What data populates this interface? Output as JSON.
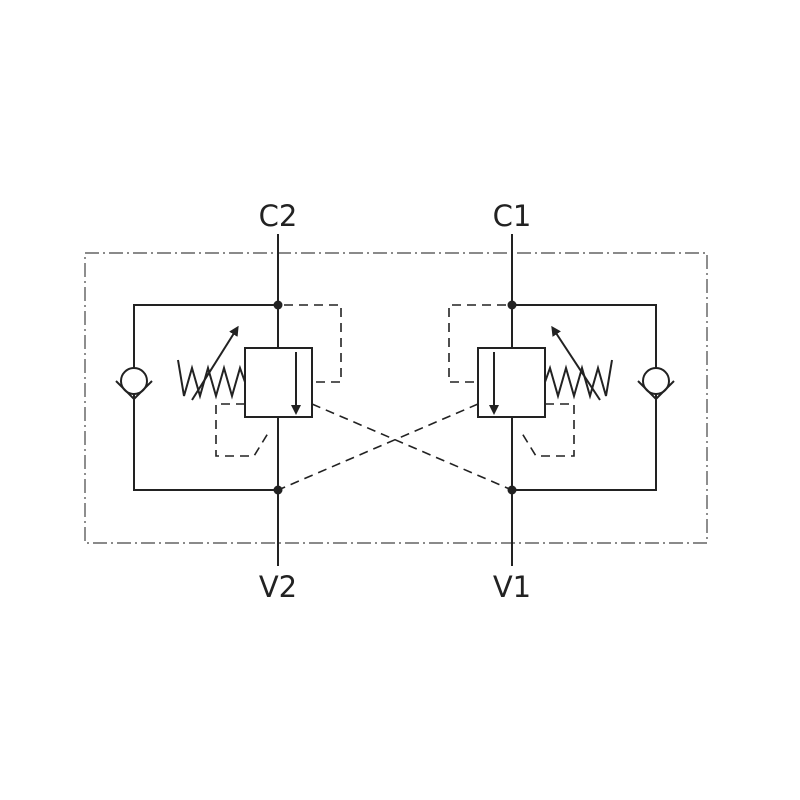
{
  "ports": {
    "c2": "C2",
    "c1": "C1",
    "v2": "V2",
    "v1": "V1"
  },
  "colors": {
    "line": "#222222",
    "background": "#ffffff"
  },
  "icons": [
    "spring-icon",
    "check-valve-icon",
    "adjust-arrow-icon",
    "flow-arrow-icon"
  ]
}
